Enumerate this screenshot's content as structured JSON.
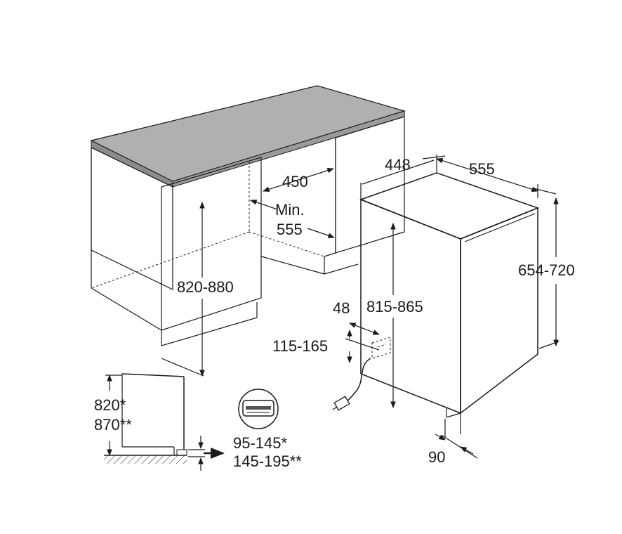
{
  "dimensions": {
    "niche_depth": "450",
    "min_label": "Min.",
    "min_value": "555",
    "cabinet_height": "820-880",
    "top_depth": "448",
    "top_width": "555",
    "appliance_height": "815-865",
    "side_height": "654-720",
    "offset_48": "48",
    "range_115_165": "115-165",
    "depth_90": "90",
    "plinth_height_1": "820*",
    "plinth_height_2": "870**",
    "gap_1": "95-145*",
    "gap_2": "145-195**"
  },
  "icons": {
    "socket": "socket-icon",
    "plug": "plug-icon"
  },
  "colors": {
    "line": "#1a1a1a",
    "countertop": "#b8b8b8",
    "countertop_edge": "#8a8a8a",
    "dishwasher_front": "#e8e8e8"
  }
}
